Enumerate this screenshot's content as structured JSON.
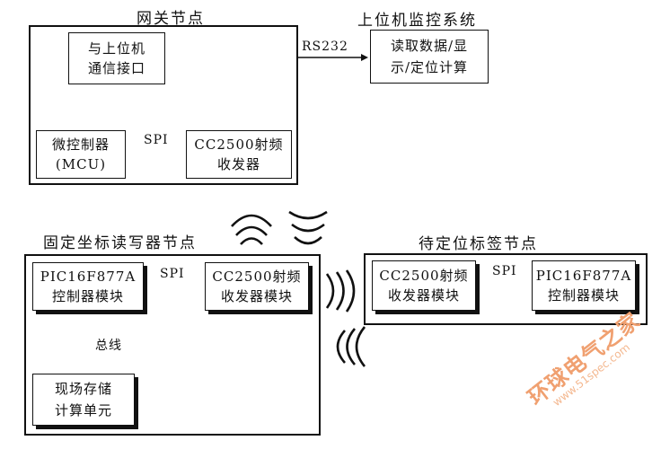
{
  "gateway": {
    "title": "网关节点",
    "comm_box": [
      "与上位机",
      "通信接口"
    ],
    "mcu_box": [
      "微控制器",
      "(MCU)"
    ],
    "rf_box": [
      "CC2500射频",
      "收发器"
    ],
    "spi_label": "SPI"
  },
  "host": {
    "title": "上位机监控系统",
    "box": [
      "读取数据/显",
      "示/定位计算"
    ],
    "link_label": "RS232"
  },
  "reader": {
    "title": "固定坐标读写器节点",
    "pic_box": [
      "PIC16F877A",
      "控制器模块"
    ],
    "rf_box": [
      "CC2500射频",
      "收发器模块"
    ],
    "store_box": [
      "现场存储",
      "计算单元"
    ],
    "spi_label": "SPI",
    "bus_label": "总线"
  },
  "tag": {
    "title": "待定位标签节点",
    "rf_box": [
      "CC2500射频",
      "收发器模块"
    ],
    "pic_box": [
      "PIC16F877A",
      "控制器模块"
    ],
    "spi_label": "SPI"
  },
  "watermark": {
    "text": "环球电气之家",
    "url": "www.51spec.com"
  }
}
